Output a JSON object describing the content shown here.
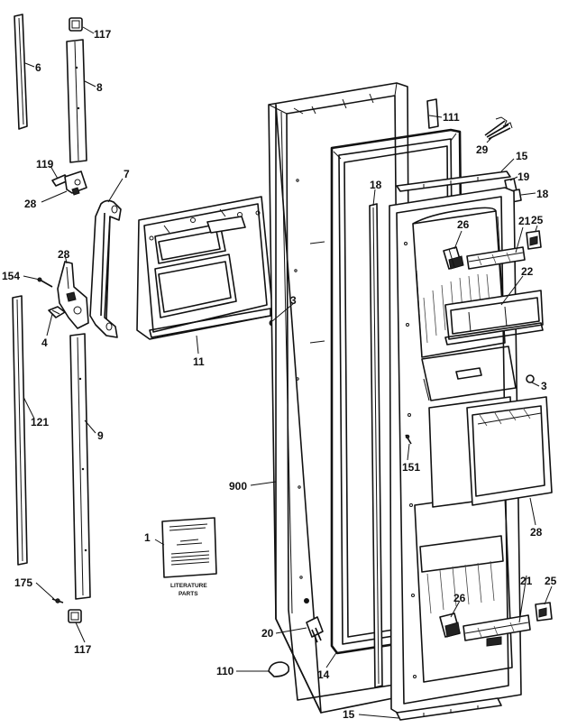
{
  "parts": {
    "p6": "6",
    "p117a": "117",
    "p8": "8",
    "p111": "111",
    "p29": "29",
    "p119": "119",
    "p28a": "28",
    "p7": "7",
    "p15a": "15",
    "p19": "19",
    "p18a": "18",
    "p18b": "18",
    "p26a": "26",
    "p21a": "21",
    "p25a": "25",
    "p154": "154",
    "p28b": "28",
    "p22": "22",
    "p3a": "3",
    "p4": "4",
    "p11": "11",
    "p3b": "3",
    "p121": "121",
    "p9": "9",
    "p151": "151",
    "p900": "900",
    "p28c": "28",
    "p1": "1",
    "p21b": "21",
    "p25b": "25",
    "p175": "175",
    "p26b": "26",
    "p20": "20",
    "p117b": "117",
    "p110": "110",
    "p14": "14",
    "p15b": "15"
  },
  "literature": {
    "caption_line1": "LITERATURE",
    "caption_line2": "PARTS"
  }
}
